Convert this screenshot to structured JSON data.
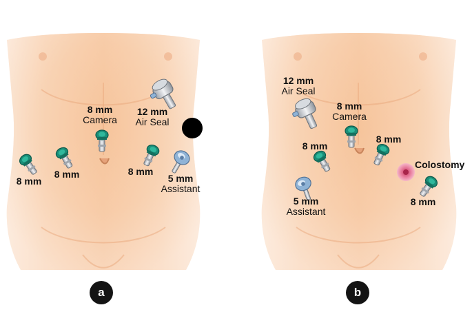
{
  "panel_a": {
    "ports": {
      "camera": {
        "size": "8 mm",
        "role": "Camera"
      },
      "air_seal": {
        "size": "12 mm",
        "role": "Air Seal"
      },
      "left_lateral": {
        "size": "8 mm"
      },
      "left_mid": {
        "size": "8 mm"
      },
      "right_mid": {
        "size": "8 mm"
      },
      "assistant": {
        "size": "5 mm",
        "role": "Assistant"
      }
    },
    "label": "a"
  },
  "panel_b": {
    "ports": {
      "air_seal": {
        "size": "12 mm",
        "role": "Air Seal"
      },
      "camera": {
        "size": "8 mm",
        "role": "Camera"
      },
      "left_mid": {
        "size": "8 mm"
      },
      "right_mid": {
        "size": "8 mm"
      },
      "assistant": {
        "size": "5 mm",
        "role": "Assistant"
      },
      "right_lateral": {
        "size": "8 mm"
      }
    },
    "colostomy": "Colostomy",
    "label": "b"
  },
  "colors": {
    "skin_light": "#fbe3cf",
    "skin_mid": "#f6c49d",
    "skin_dark": "#eda878",
    "trocar_green": "#1a8e78",
    "trocar_blue": "#8fb3d6",
    "trocar_metal": "#c9ccd1",
    "colostomy_pink": "#e8769a"
  }
}
